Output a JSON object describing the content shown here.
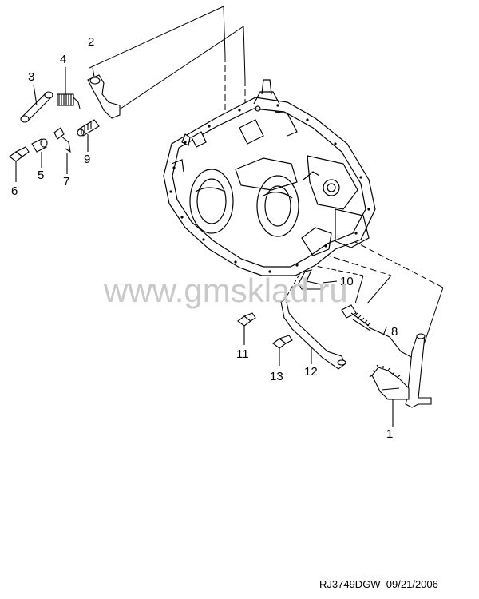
{
  "diagram": {
    "callouts": [
      "1",
      "2",
      "3",
      "4",
      "5",
      "6",
      "7",
      "8",
      "9",
      "10",
      "11",
      "12",
      "13"
    ],
    "watermark": "www.gmsklad.ru",
    "footer": "RJ3749DGW  09/21/2006"
  }
}
